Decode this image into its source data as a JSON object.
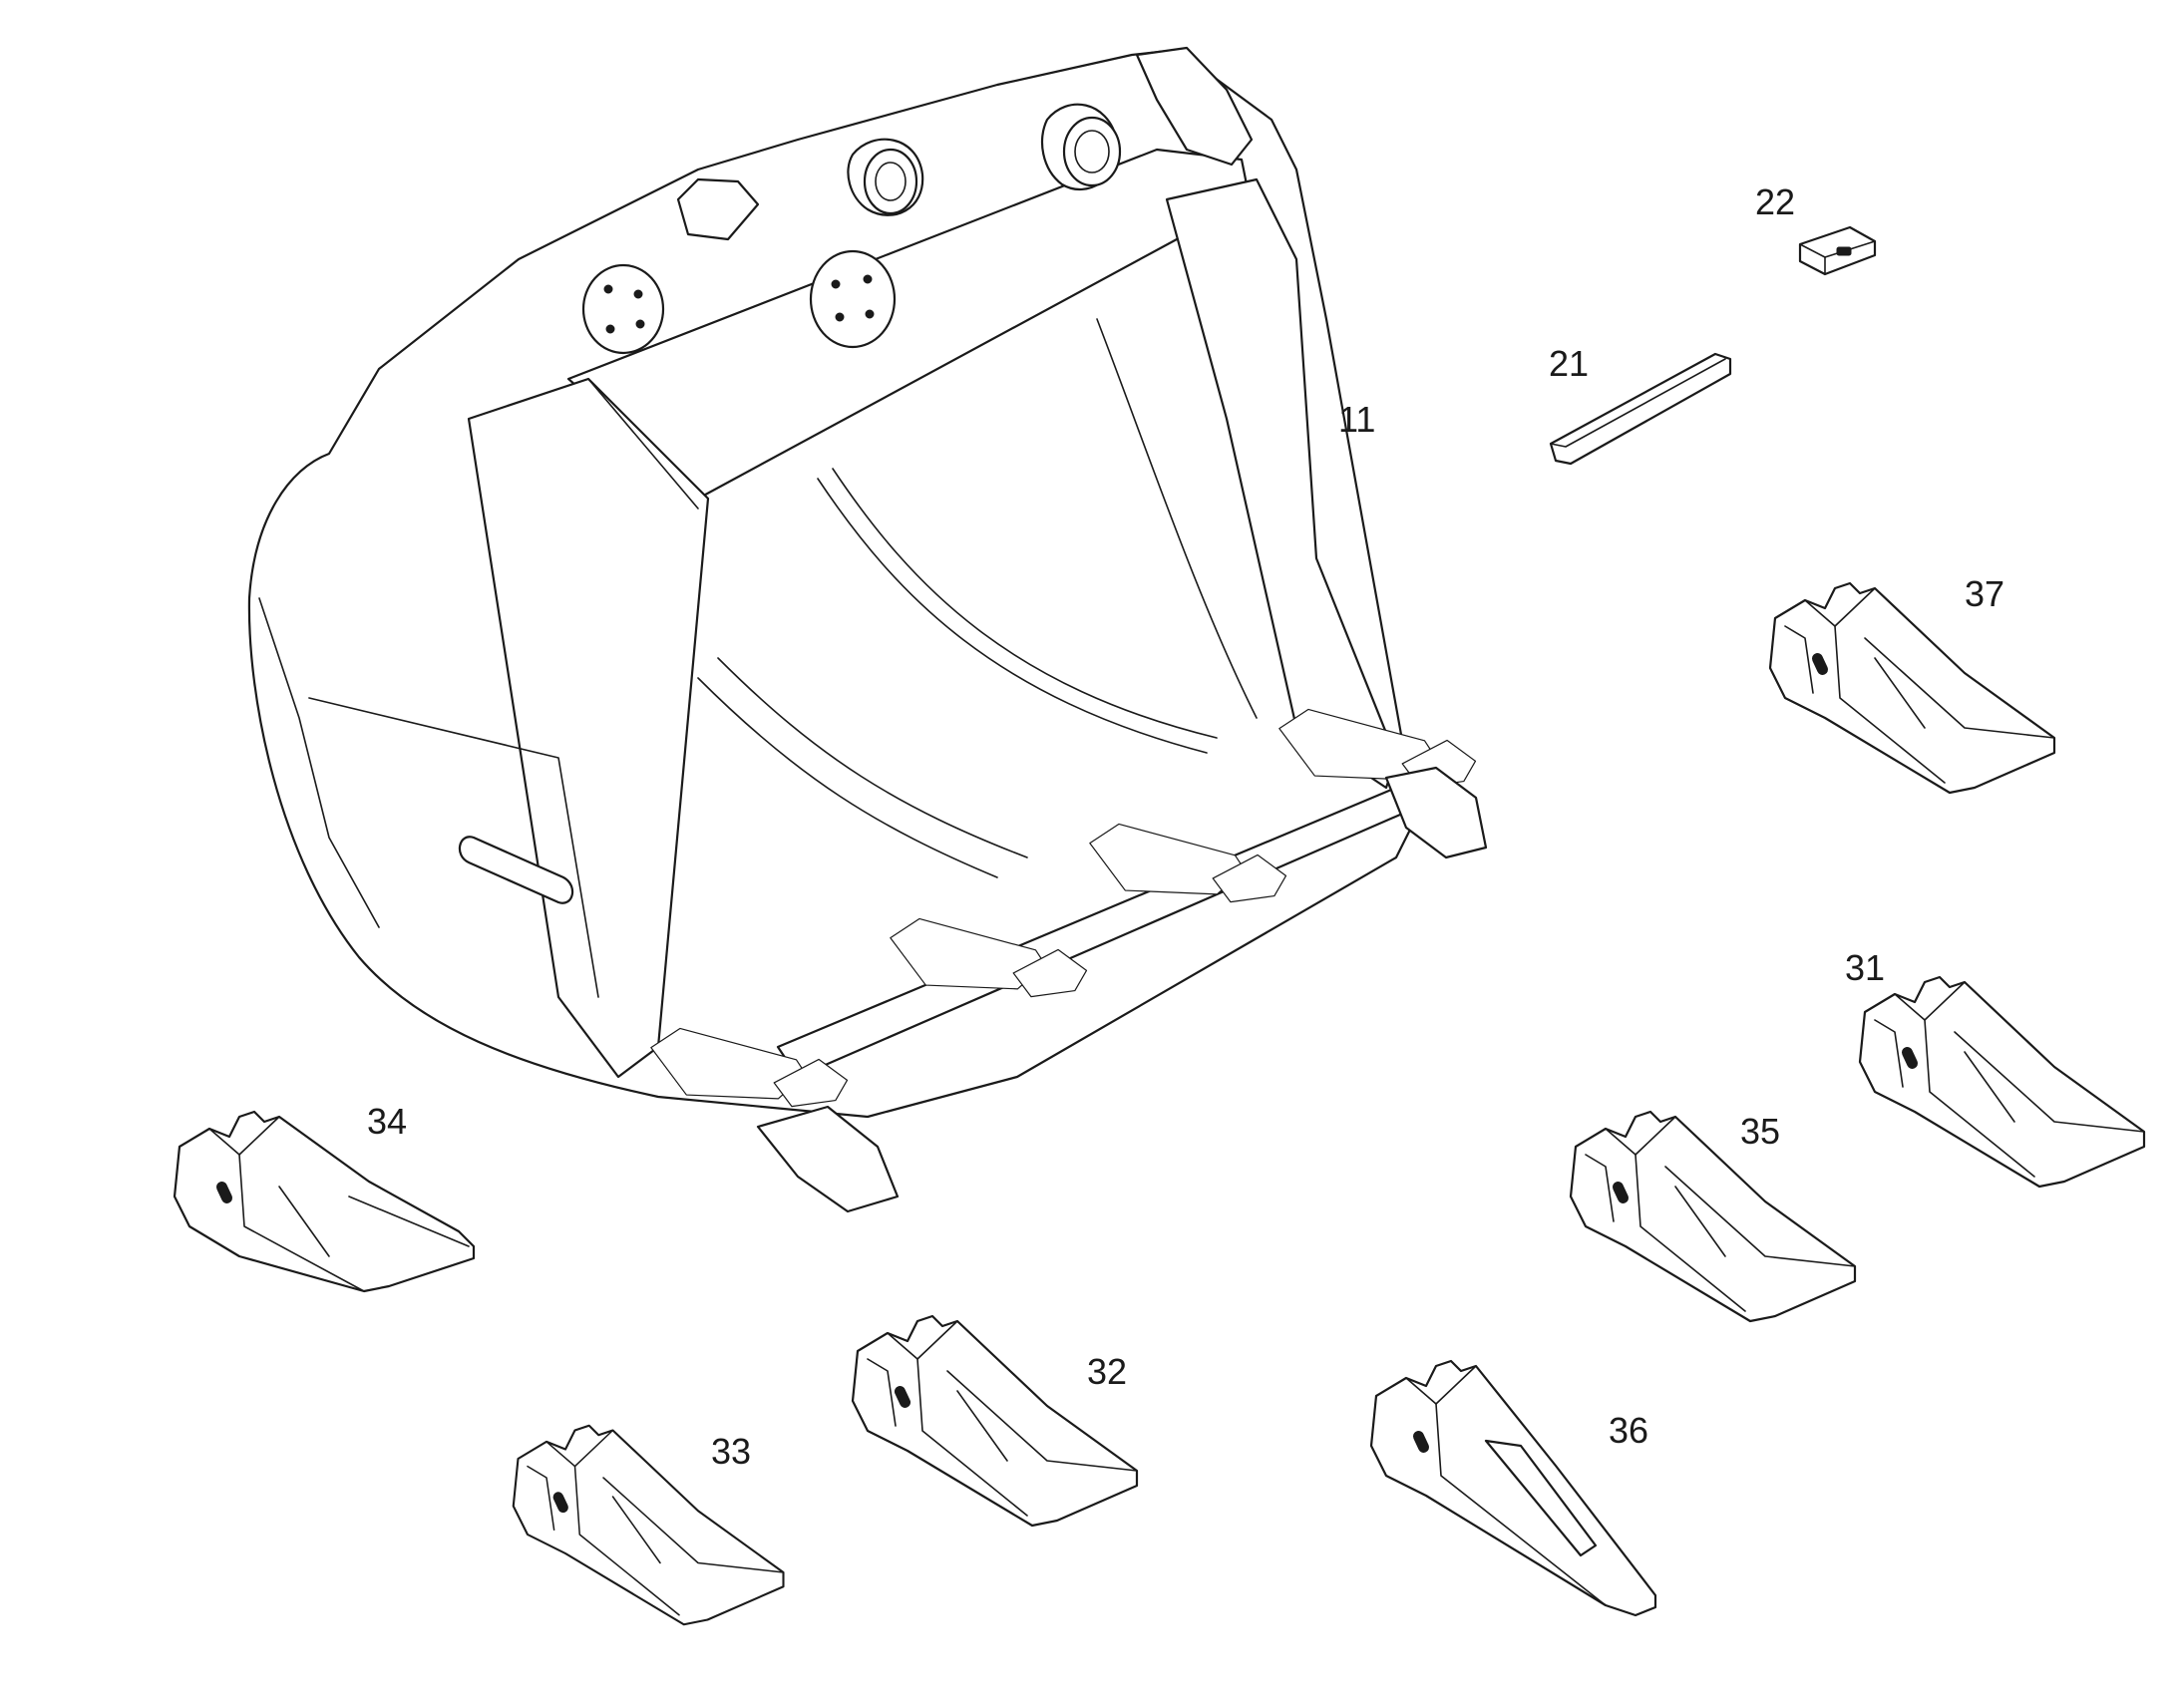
{
  "callouts": {
    "bucket": "11",
    "pin": "21",
    "lock": "22",
    "tooth_31": "31",
    "tooth_32": "32",
    "tooth_33": "33",
    "tooth_34": "34",
    "tooth_35": "35",
    "tooth_36": "36",
    "tooth_37": "37"
  },
  "colors": {
    "line": "#1a1a1a",
    "background": "#ffffff"
  }
}
